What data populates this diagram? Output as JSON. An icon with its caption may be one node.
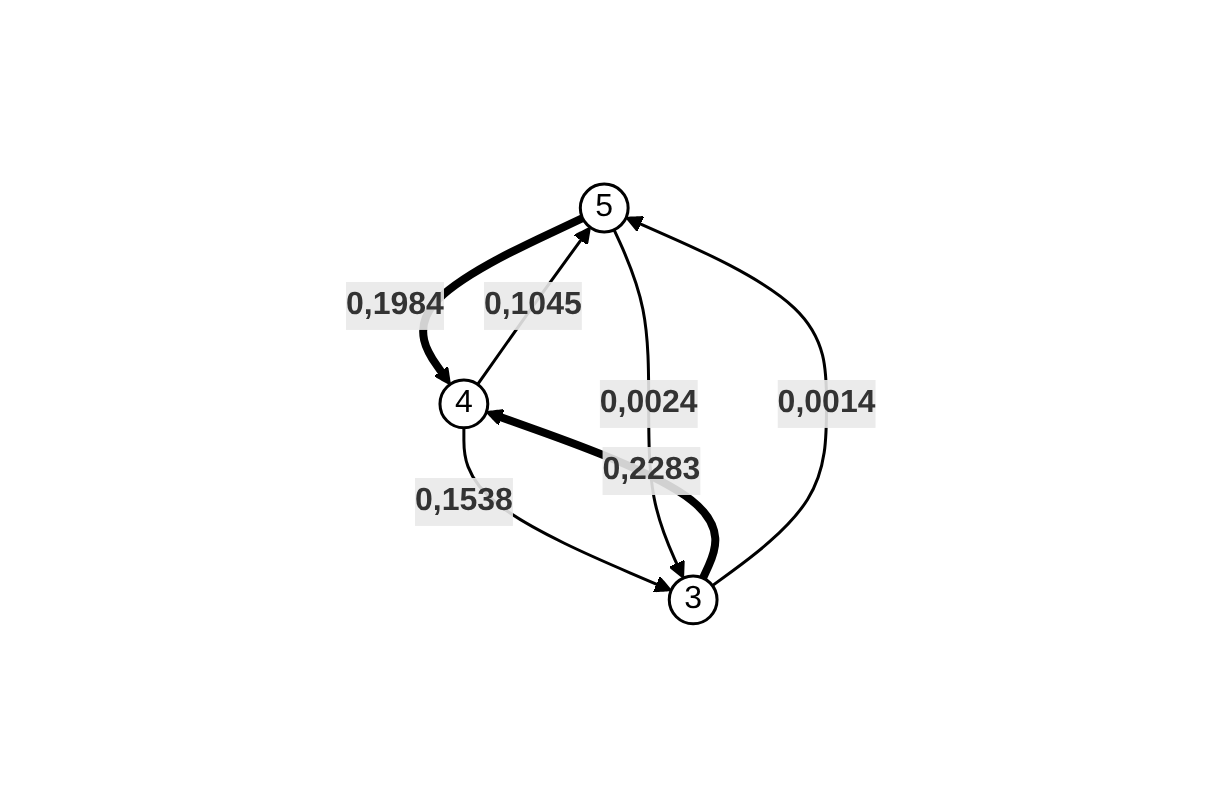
{
  "diagram": {
    "nodes": [
      {
        "text": [
          "5"
        ]
      },
      {
        "text": [
          "4"
        ]
      },
      {
        "text": [
          "3"
        ]
      }
    ],
    "edges": [
      {
        "from": 0,
        "to": 1,
        "arrow": "to",
        "label": "0,1984",
        "style": "thick"
      },
      {
        "from": 1,
        "to": 0,
        "arrow": "to",
        "label": "0,1045"
      },
      {
        "from": 1,
        "to": 2,
        "arrow": "to",
        "label": "0,1538"
      },
      {
        "from": 2,
        "to": 1,
        "arrow": "to",
        "label": "0,2283",
        "style": "thick"
      },
      {
        "from": 0,
        "to": 2,
        "arrow": "to",
        "label": "0,0024"
      },
      {
        "from": 2,
        "to": 0,
        "arrow": "to",
        "label": "0,0014"
      }
    ]
  }
}
